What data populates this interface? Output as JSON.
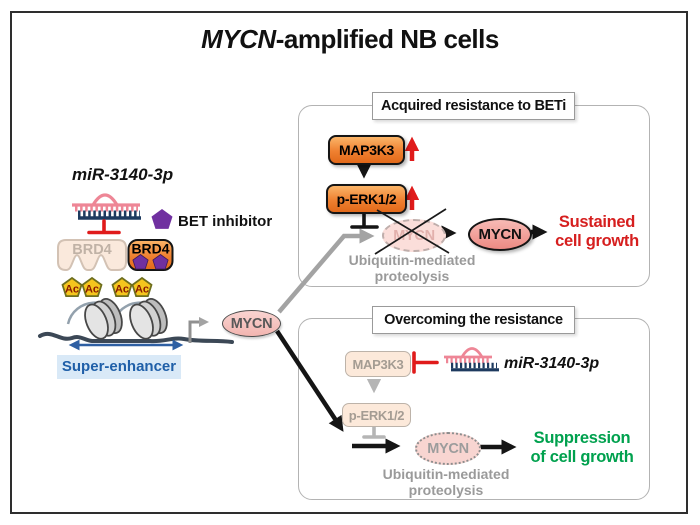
{
  "title": {
    "gene": "MYCN",
    "rest": "-amplified NB cells"
  },
  "left": {
    "mirna_label": "miR-3140-3p",
    "bet_inhibitor_label": "BET inhibitor",
    "brd4_inactive_label": "BRD4",
    "brd4_active_label": "BRD4",
    "ac_label": "Ac",
    "super_enhancer_label": "Super-enhancer",
    "mycn_gene_label": "MYCN"
  },
  "top_box": {
    "title": "Acquired resistance to BETi",
    "map3k3_label": "MAP3K3",
    "perk_label": "p-ERK1/2",
    "mycn_degraded_label": "MYCN",
    "ubiquitin_line1": "Ubiquitin-mediated",
    "ubiquitin_line2": "proteolysis",
    "mycn_stable_label": "MYCN",
    "outcome_line1": "Sustained",
    "outcome_line2": "cell growth"
  },
  "bottom_box": {
    "title": "Overcoming the resistance",
    "map3k3_label": "MAP3K3",
    "perk_label": "p-ERK1/2",
    "mirna_label": "miR-3140-3p",
    "mycn_degraded_label": "MYCN",
    "ubiquitin_line1": "Ubiquitin-mediated",
    "ubiquitin_line2": "proteolysis",
    "outcome_line1": "Suppression",
    "outcome_line2": "of cell growth"
  },
  "colors": {
    "upregulation_red": "#e01b1b",
    "sustained_growth_red": "#d61f1f",
    "suppression_green": "#00a14e",
    "super_enhancer_blue": "#1f5fa8",
    "bet_inhibitor_purple": "#7030a0",
    "active_box_orange": "#ef8030",
    "mycn_pink": "#f2a7a1",
    "mirna_pink": "#ee8696",
    "mirna_navy": "#1e3a5f"
  }
}
